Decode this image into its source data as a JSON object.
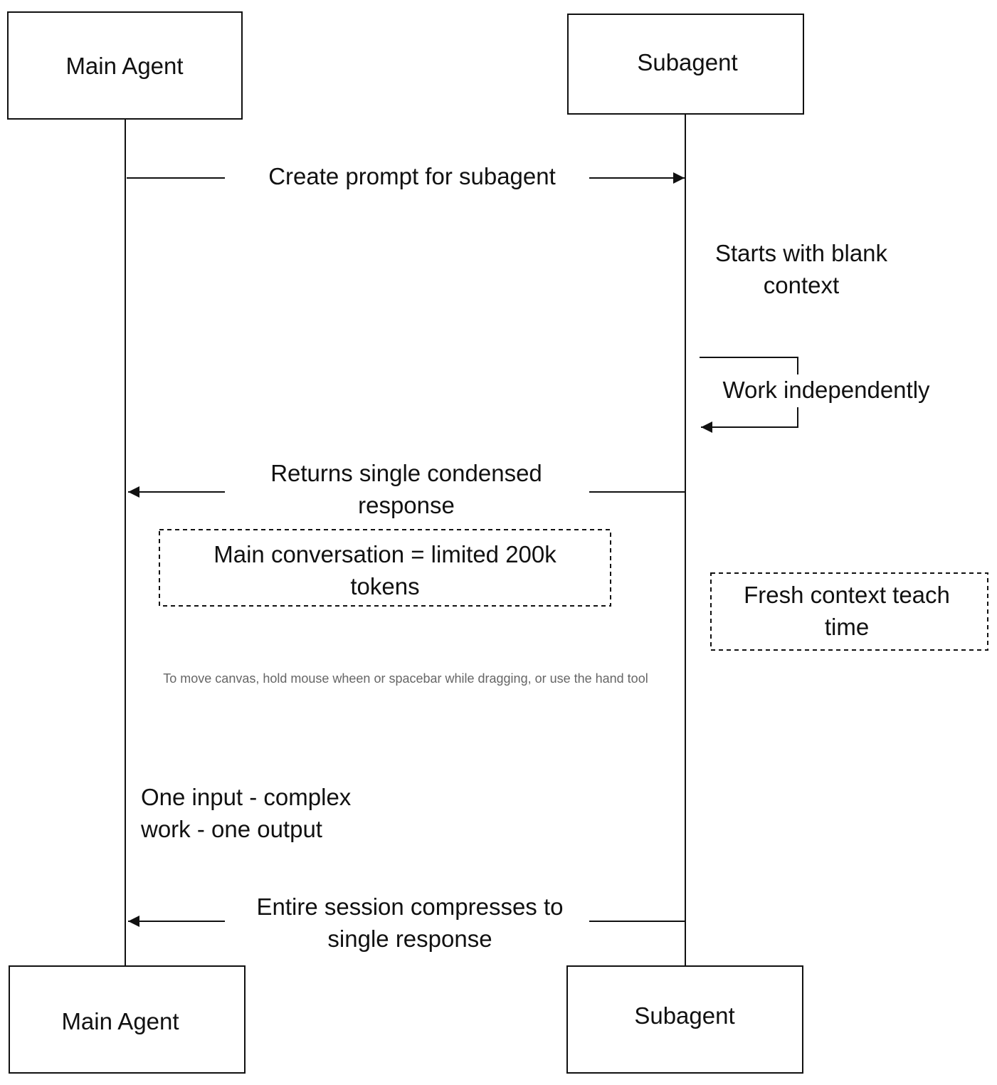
{
  "participants": {
    "main_top": "Main Agent",
    "sub_top": "Subagent",
    "main_bottom": "Main Agent",
    "sub_bottom": "Subagent"
  },
  "messages": {
    "create_prompt": "Create prompt for subagent",
    "returns_line1": "Returns single condensed",
    "returns_line2": "response",
    "entire_line1": "Entire session compresses to",
    "entire_line2": "single response"
  },
  "self_message": {
    "work_independently": "Work independently"
  },
  "notes": {
    "blank_context_line1": "Starts with blank",
    "blank_context_line2": "context",
    "main_conversation_line1": "Main conversation = limited 200k",
    "main_conversation_line2": "tokens",
    "fresh_context_line1": "Fresh context teach",
    "fresh_context_line2": "time",
    "one_input_line1": "One input - complex",
    "one_input_line2": "work - one output"
  },
  "canvas_hint": "To move canvas, hold mouse wheen or spacebar while dragging, or use the hand tool",
  "colors": {
    "stroke": "#111111",
    "hint_text": "#666666",
    "background": "#ffffff"
  }
}
